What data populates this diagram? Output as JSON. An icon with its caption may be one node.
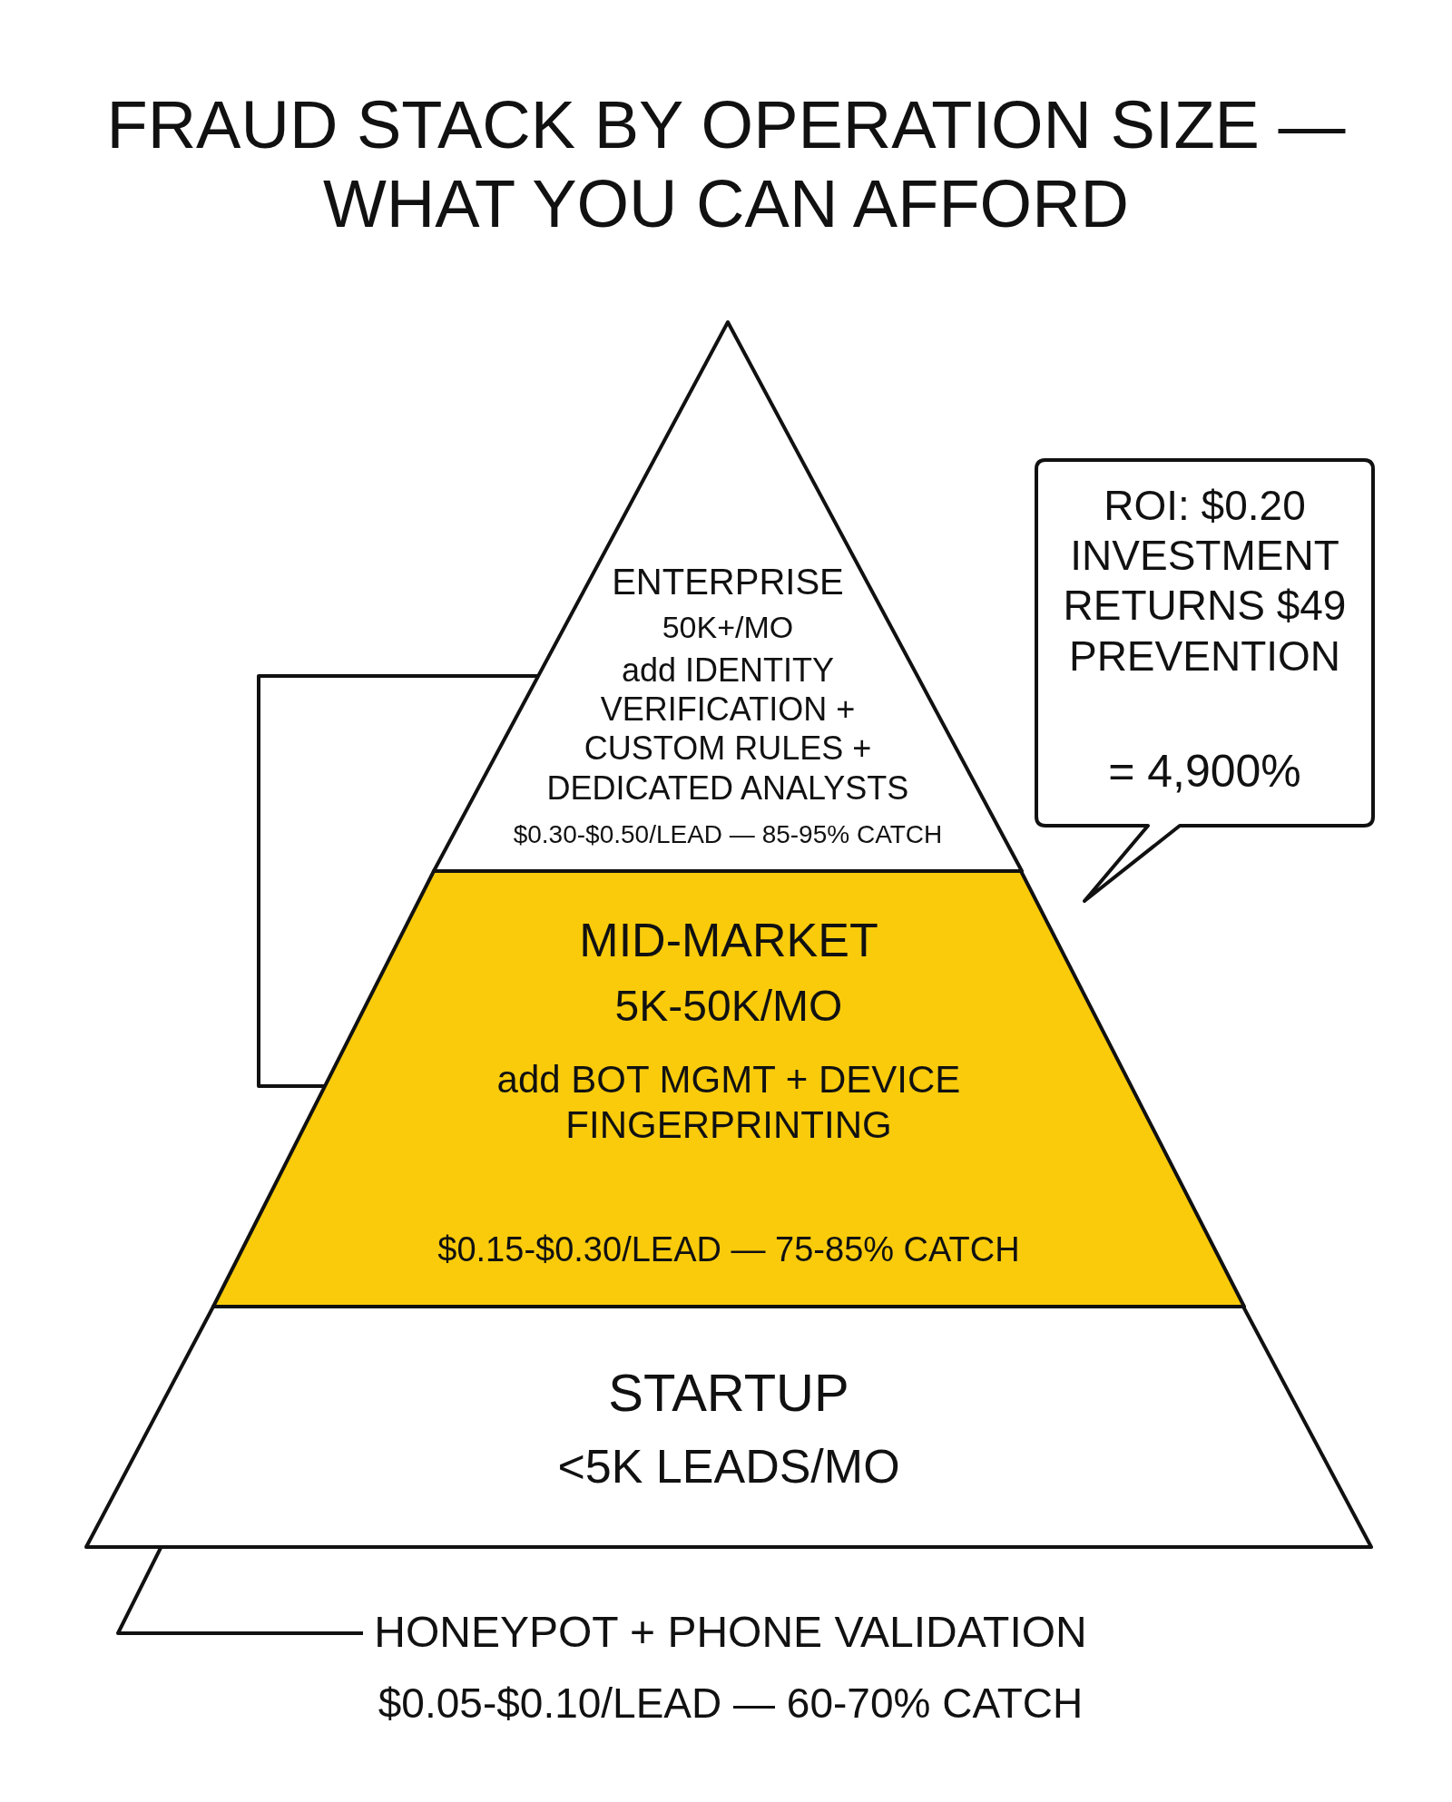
{
  "diagram": {
    "title": "FRAUD STACK BY OPERATION SIZE — WHAT YOU CAN AFFORD",
    "nodes": [
      {
        "text": [
          "ENTERPRISE",
          "50K+/MO",
          "add IDENTITY VERIFICATION + CUSTOM RULES + DEDICATED ANALYSTS",
          "$0.30-$0.50/LEAD — 85-95% CATCH"
        ]
      },
      {
        "text": [
          "MID-MARKET",
          "5K-50K/MO",
          "add BOT MGMT + DEVICE FINGERPRINTING",
          "$0.15-$0.30/LEAD — 75-85% CATCH"
        ]
      },
      {
        "text": [
          "STARTUP",
          "<5K LEADS/MO"
        ]
      },
      {
        "text": [
          "HONEYPOT + PHONE VALIDATION",
          "$0.05-$0.10/LEAD — 60-70% CATCH"
        ]
      },
      {
        "text": [
          "ROI: $0.20 INVESTMENT RETURNS $49 PREVENTION",
          "= 4,900%"
        ]
      }
    ],
    "edges": [
      {
        "from": 1,
        "to": 0,
        "arrow": "none"
      },
      {
        "from": 3,
        "to": 2,
        "arrow": "none"
      }
    ]
  }
}
